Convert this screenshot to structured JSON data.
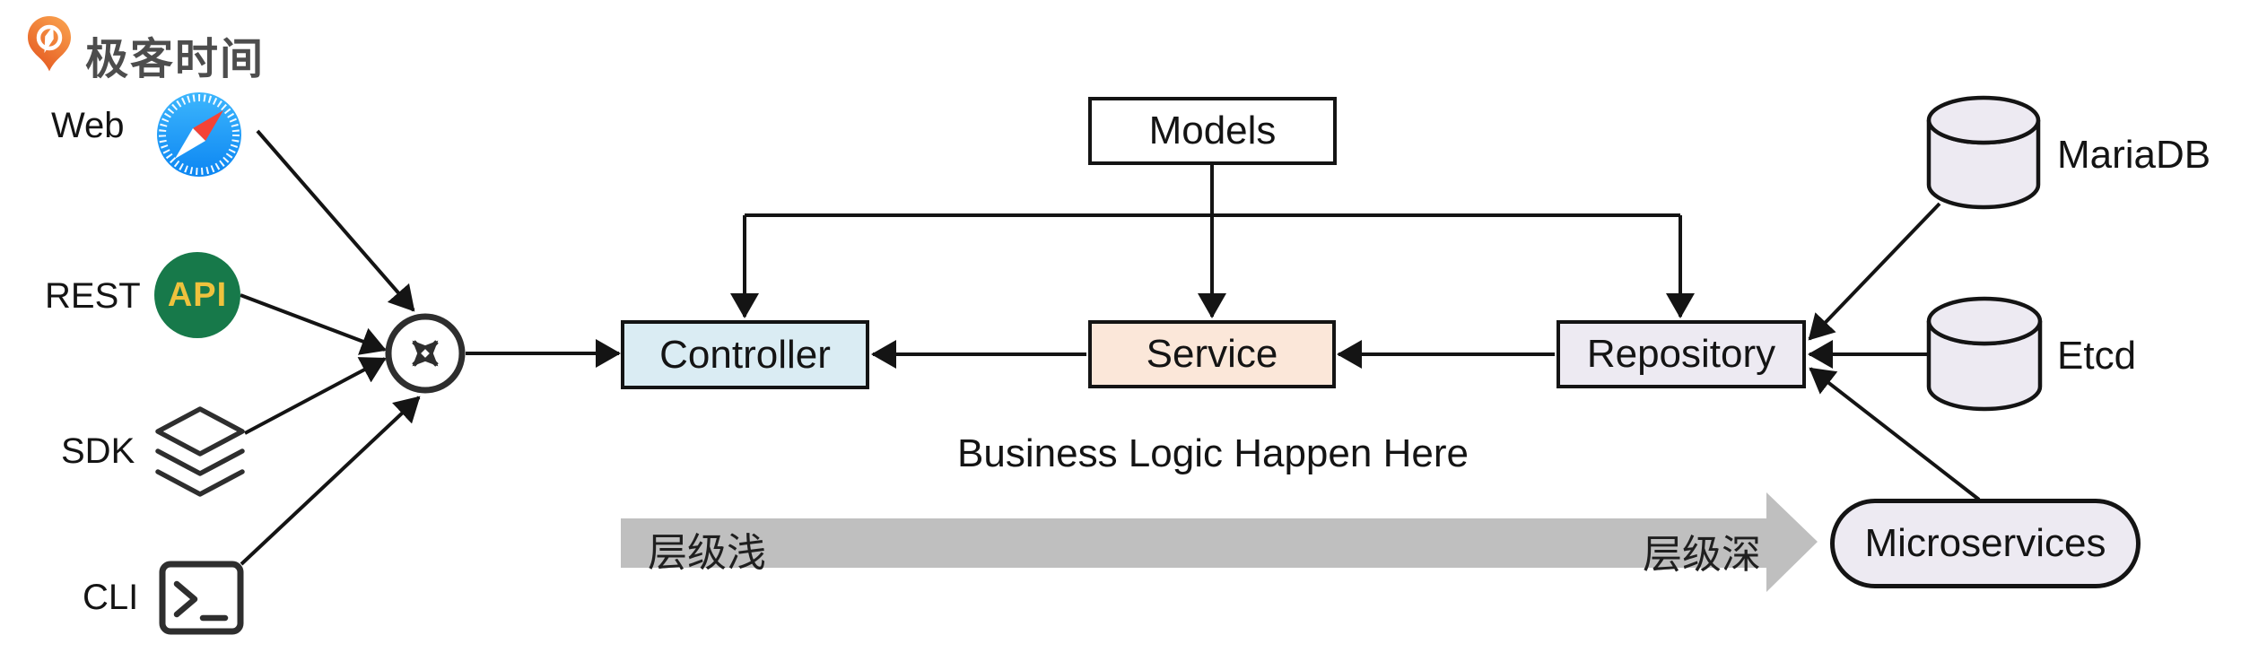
{
  "brand": {
    "logo_text": "极客时间",
    "logo_icon": "geekbang-pin-logo"
  },
  "clients": [
    {
      "label": "Web",
      "icon": "safari-compass-icon"
    },
    {
      "label": "REST",
      "icon": "api-badge-icon"
    },
    {
      "label": "SDK",
      "icon": "layers-stack-icon"
    },
    {
      "label": "CLI",
      "icon": "terminal-icon"
    }
  ],
  "badges": {
    "api": "API"
  },
  "gateway": {
    "icon": "router-crossing-arrows-icon"
  },
  "layers": {
    "models": "Models",
    "controller": "Controller",
    "service": "Service",
    "repository": "Repository"
  },
  "backends": {
    "mariadb": "MariaDB",
    "etcd": "Etcd",
    "microservices": "Microservices"
  },
  "annotations": {
    "business_logic": "Business Logic Happen Here",
    "depth_left": "层级浅",
    "depth_right": "层级深"
  },
  "colors": {
    "controller_fill": "#daecf3",
    "service_fill": "#fbe7d9",
    "repository_fill": "#edeaf2",
    "microservices_fill": "#edeaf2",
    "datastore_fill": "#edeaf2",
    "depth_bar": "#bfbfbf",
    "line": "#141414",
    "api_badge_bg": "#17794a",
    "api_badge_text": "#eec23d",
    "safari_blue": "#1a9bfc",
    "safari_needle_red": "#f44336",
    "brand_orange": "#ed6c2d",
    "brand_text": "#4d4d4d"
  }
}
